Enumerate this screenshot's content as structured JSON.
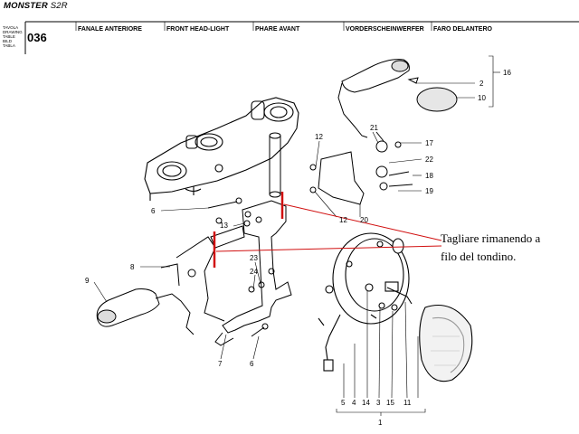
{
  "header": {
    "model": "MONSTER",
    "model_suffix": "S2R",
    "table_labels": [
      "TAVOLA",
      "DRAWING",
      "TABLE",
      "BILD",
      "TABLA"
    ],
    "table_number": "036",
    "titles": [
      "FANALE ANTERIORE",
      "FRONT HEAD-LIGHT",
      "PHARE AVANT",
      "VORDERSCHEINWERFER",
      "FARO DELANTERO"
    ]
  },
  "note": {
    "line1": "Tagliare rimanendo a",
    "line2": "filo del tondino."
  },
  "callouts": {
    "c16": "16",
    "c2": "2",
    "c10": "10",
    "c21": "21",
    "c17": "17",
    "c22": "22",
    "c18": "18",
    "c19": "19",
    "c12a": "12",
    "c12b": "12",
    "c20": "20",
    "c6a": "6",
    "c13": "13",
    "c8": "8",
    "c9": "9",
    "c23": "23",
    "c24": "24",
    "c7": "7",
    "c6b": "6",
    "b5": "5",
    "b4": "4",
    "b14": "14",
    "b3": "3",
    "b15": "15",
    "b11": "11",
    "b1": "1"
  },
  "colors": {
    "annotation": "#d11010",
    "ink": "#000000"
  }
}
